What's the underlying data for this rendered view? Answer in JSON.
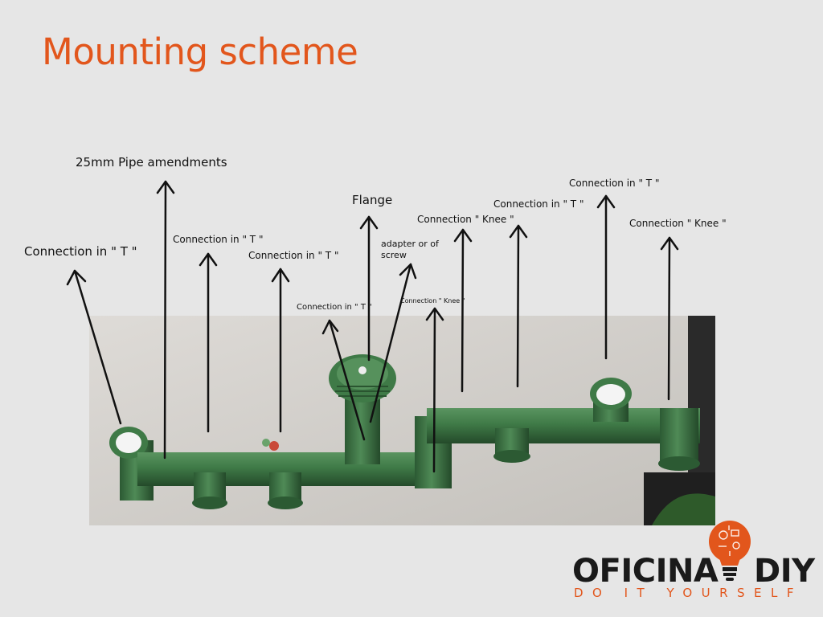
{
  "title": "Mounting scheme",
  "labels": {
    "pipe_amendments": "25mm Pipe amendments",
    "t_left": "Connection in \" T \"",
    "t_a": "Connection in \" T \"",
    "t_b": "Connection in \" T \"",
    "t_c": "Connection in \" T \"",
    "flange": "Flange",
    "adapter": "adapter or of\nscrew",
    "knee_small": "Connection \" Knee \"",
    "knee_a": "Connection \" Knee \"",
    "t_d": "Connection in \" T \"",
    "t_e": "Connection in \" T \"",
    "knee_b": "Connection \" Knee \""
  },
  "logo": {
    "word_left": "OFICINA",
    "word_right": "DIY",
    "tagline": "DO IT YOURSELF"
  },
  "colors": {
    "accent": "#e2561c",
    "pipe_green": "#3f7a47",
    "wall": "#cfccc8"
  }
}
